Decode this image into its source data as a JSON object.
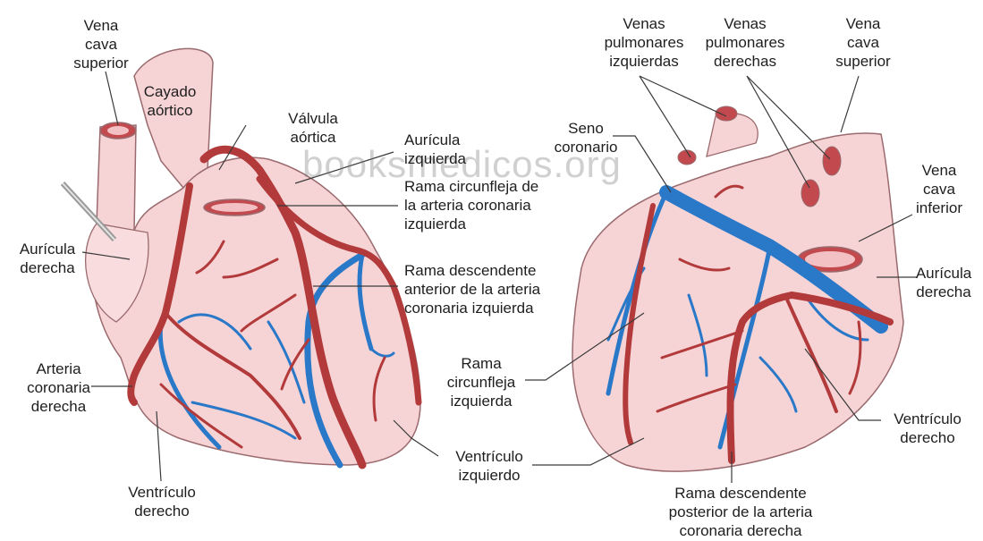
{
  "watermark": "booksmedicos.org",
  "colors": {
    "artery": "#b23a3a",
    "vein": "#2a78c8",
    "tissue": "#f6d4d6",
    "outline": "#9a6a6e"
  },
  "anterior": {
    "vena_cava_superior": "Vena\ncava\nsuperior",
    "cayado_aortico": "Cayado\naórtico",
    "valvula_aortica": "Válvula\naórtica",
    "auricula_izquierda": "Aurícula\nizquierda",
    "rama_circunfleja": "Rama circunfleja de\nla arteria coronaria\nizquierda",
    "auricula_derecha": "Aurícula\nderecha",
    "rama_descendente_anterior": "Rama descendente\nanterior de la arteria\ncoronaria izquierda",
    "arteria_coronaria_derecha": "Arteria\ncoronaria\nderecha",
    "ventriculo_izquierdo": "Ventrículo\nizquierdo",
    "ventriculo_derecho": "Ventrículo\nderecho"
  },
  "posterior": {
    "venas_pulmonares_izquierdas": "Venas\npulmonares\nizquierdas",
    "venas_pulmonares_derechas": "Venas\npulmonares\nderechas",
    "vena_cava_superior": "Vena\ncava\nsuperior",
    "seno_coronario": "Seno\ncoronario",
    "vena_cava_inferior": "Vena\ncava\ninferior",
    "auricula_derecha": "Aurícula\nderecha",
    "rama_circunfleja_izquierda": "Rama\ncircunfleja\nizquierda",
    "ventriculo_derecho": "Ventrículo\nderecho",
    "rama_descendente_posterior": "Rama descendente\nposterior de la arteria\ncoronaria derecha"
  }
}
